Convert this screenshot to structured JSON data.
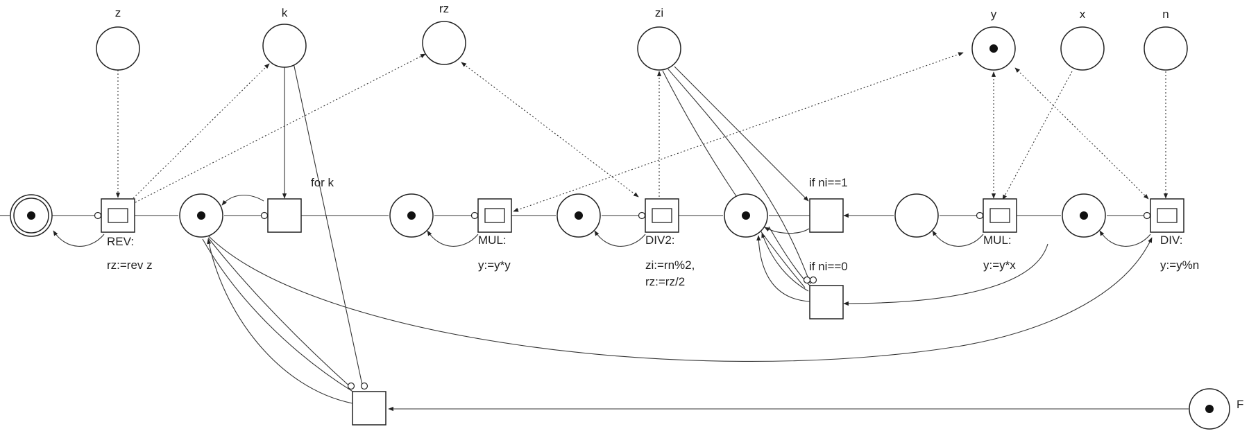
{
  "places": [
    {
      "id": "z",
      "label": "z",
      "token": false
    },
    {
      "id": "k",
      "label": "k",
      "token": false
    },
    {
      "id": "rz",
      "label": "rz",
      "token": false
    },
    {
      "id": "zi",
      "label": "zi",
      "token": false
    },
    {
      "id": "y",
      "label": "y",
      "token": true
    },
    {
      "id": "x",
      "label": "x",
      "token": false
    },
    {
      "id": "n",
      "label": "n",
      "token": false
    },
    {
      "id": "p1",
      "label": "",
      "token": true
    },
    {
      "id": "p2",
      "label": "",
      "token": true
    },
    {
      "id": "p3",
      "label": "",
      "token": true
    },
    {
      "id": "p4",
      "label": "",
      "token": true
    },
    {
      "id": "p5",
      "label": "",
      "token": true
    },
    {
      "id": "p6",
      "label": "",
      "token": false
    },
    {
      "id": "p7",
      "label": "",
      "token": true
    },
    {
      "id": "pF",
      "label": "F",
      "token": true
    }
  ],
  "transitions": [
    {
      "id": "t_rev",
      "labels": [
        "REV:",
        "rz:=rev z"
      ],
      "subnet": true
    },
    {
      "id": "t_k",
      "labels": [],
      "subnet": false
    },
    {
      "id": "t_mul1",
      "labels": [
        "MUL:",
        "y:=y*y"
      ],
      "subnet": true
    },
    {
      "id": "t_div2",
      "labels": [
        "DIV2:",
        "zi:=rn%2,",
        "rz:=rz/2"
      ],
      "subnet": true
    },
    {
      "id": "t_if1",
      "labels": [
        "if ni==1"
      ],
      "subnet": false
    },
    {
      "id": "t_if0",
      "labels": [
        "if ni==0"
      ],
      "subnet": false
    },
    {
      "id": "t_mul2",
      "labels": [
        "MUL:",
        "y:=y*x"
      ],
      "subnet": true
    },
    {
      "id": "t_div",
      "labels": [
        "DIV:",
        "y:=y%n"
      ],
      "subnet": true
    },
    {
      "id": "t_fork",
      "labels": [],
      "subnet": false
    }
  ],
  "annotations": {
    "for_k": "for k"
  }
}
